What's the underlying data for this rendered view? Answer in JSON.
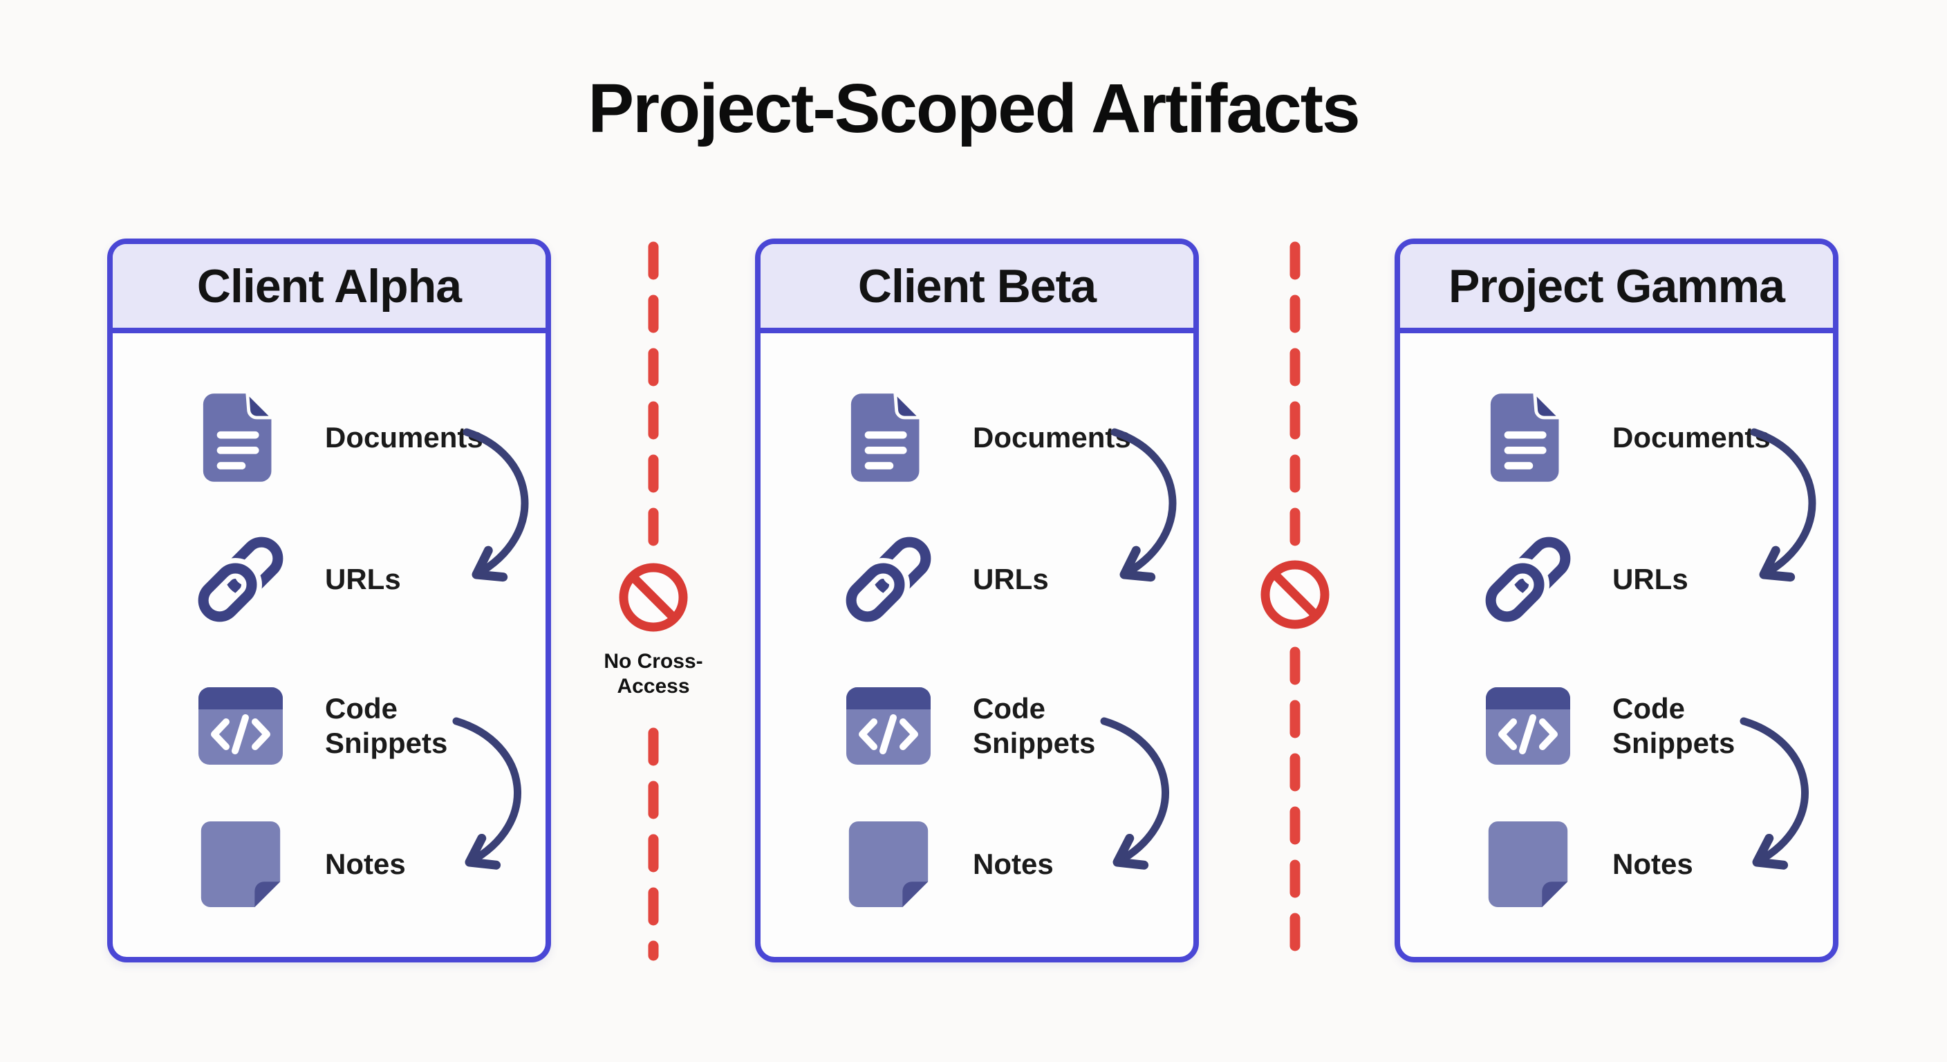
{
  "title": "Project-Scoped Artifacts",
  "cards": [
    {
      "title": "Client Alpha",
      "items": [
        {
          "label": "Documents",
          "icon": "document-icon"
        },
        {
          "label": "URLs",
          "icon": "link-icon"
        },
        {
          "label": "Code Snippets",
          "icon": "code-icon"
        },
        {
          "label": "Notes",
          "icon": "note-icon"
        }
      ]
    },
    {
      "title": "Client Beta",
      "items": [
        {
          "label": "Documents",
          "icon": "document-icon"
        },
        {
          "label": "URLs",
          "icon": "link-icon"
        },
        {
          "label": "Code Snippets",
          "icon": "code-icon"
        },
        {
          "label": "Notes",
          "icon": "note-icon"
        }
      ]
    },
    {
      "title": "Project Gamma",
      "items": [
        {
          "label": "Documents",
          "icon": "document-icon"
        },
        {
          "label": "URLs",
          "icon": "link-icon"
        },
        {
          "label": "Code Snippets",
          "icon": "code-icon"
        },
        {
          "label": "Notes",
          "icon": "note-icon"
        }
      ]
    }
  ],
  "dividers": [
    {
      "label": "No Cross-Access",
      "icon": "no-entry-icon"
    },
    {
      "label": "",
      "icon": "no-entry-icon"
    }
  ],
  "colors": {
    "card_border": "#4a47d5",
    "card_header_bg": "#e7e6f8",
    "icon_purple": "#6b71ad",
    "icon_purple_light": "#7a80b6",
    "icon_purple_dark": "#454c8e",
    "link_icon": "#3c4284",
    "arrow": "#3a4076",
    "prohibit_red": "#d93b35",
    "dash_red": "#e2453e",
    "title_text": "#0c0c0c"
  }
}
